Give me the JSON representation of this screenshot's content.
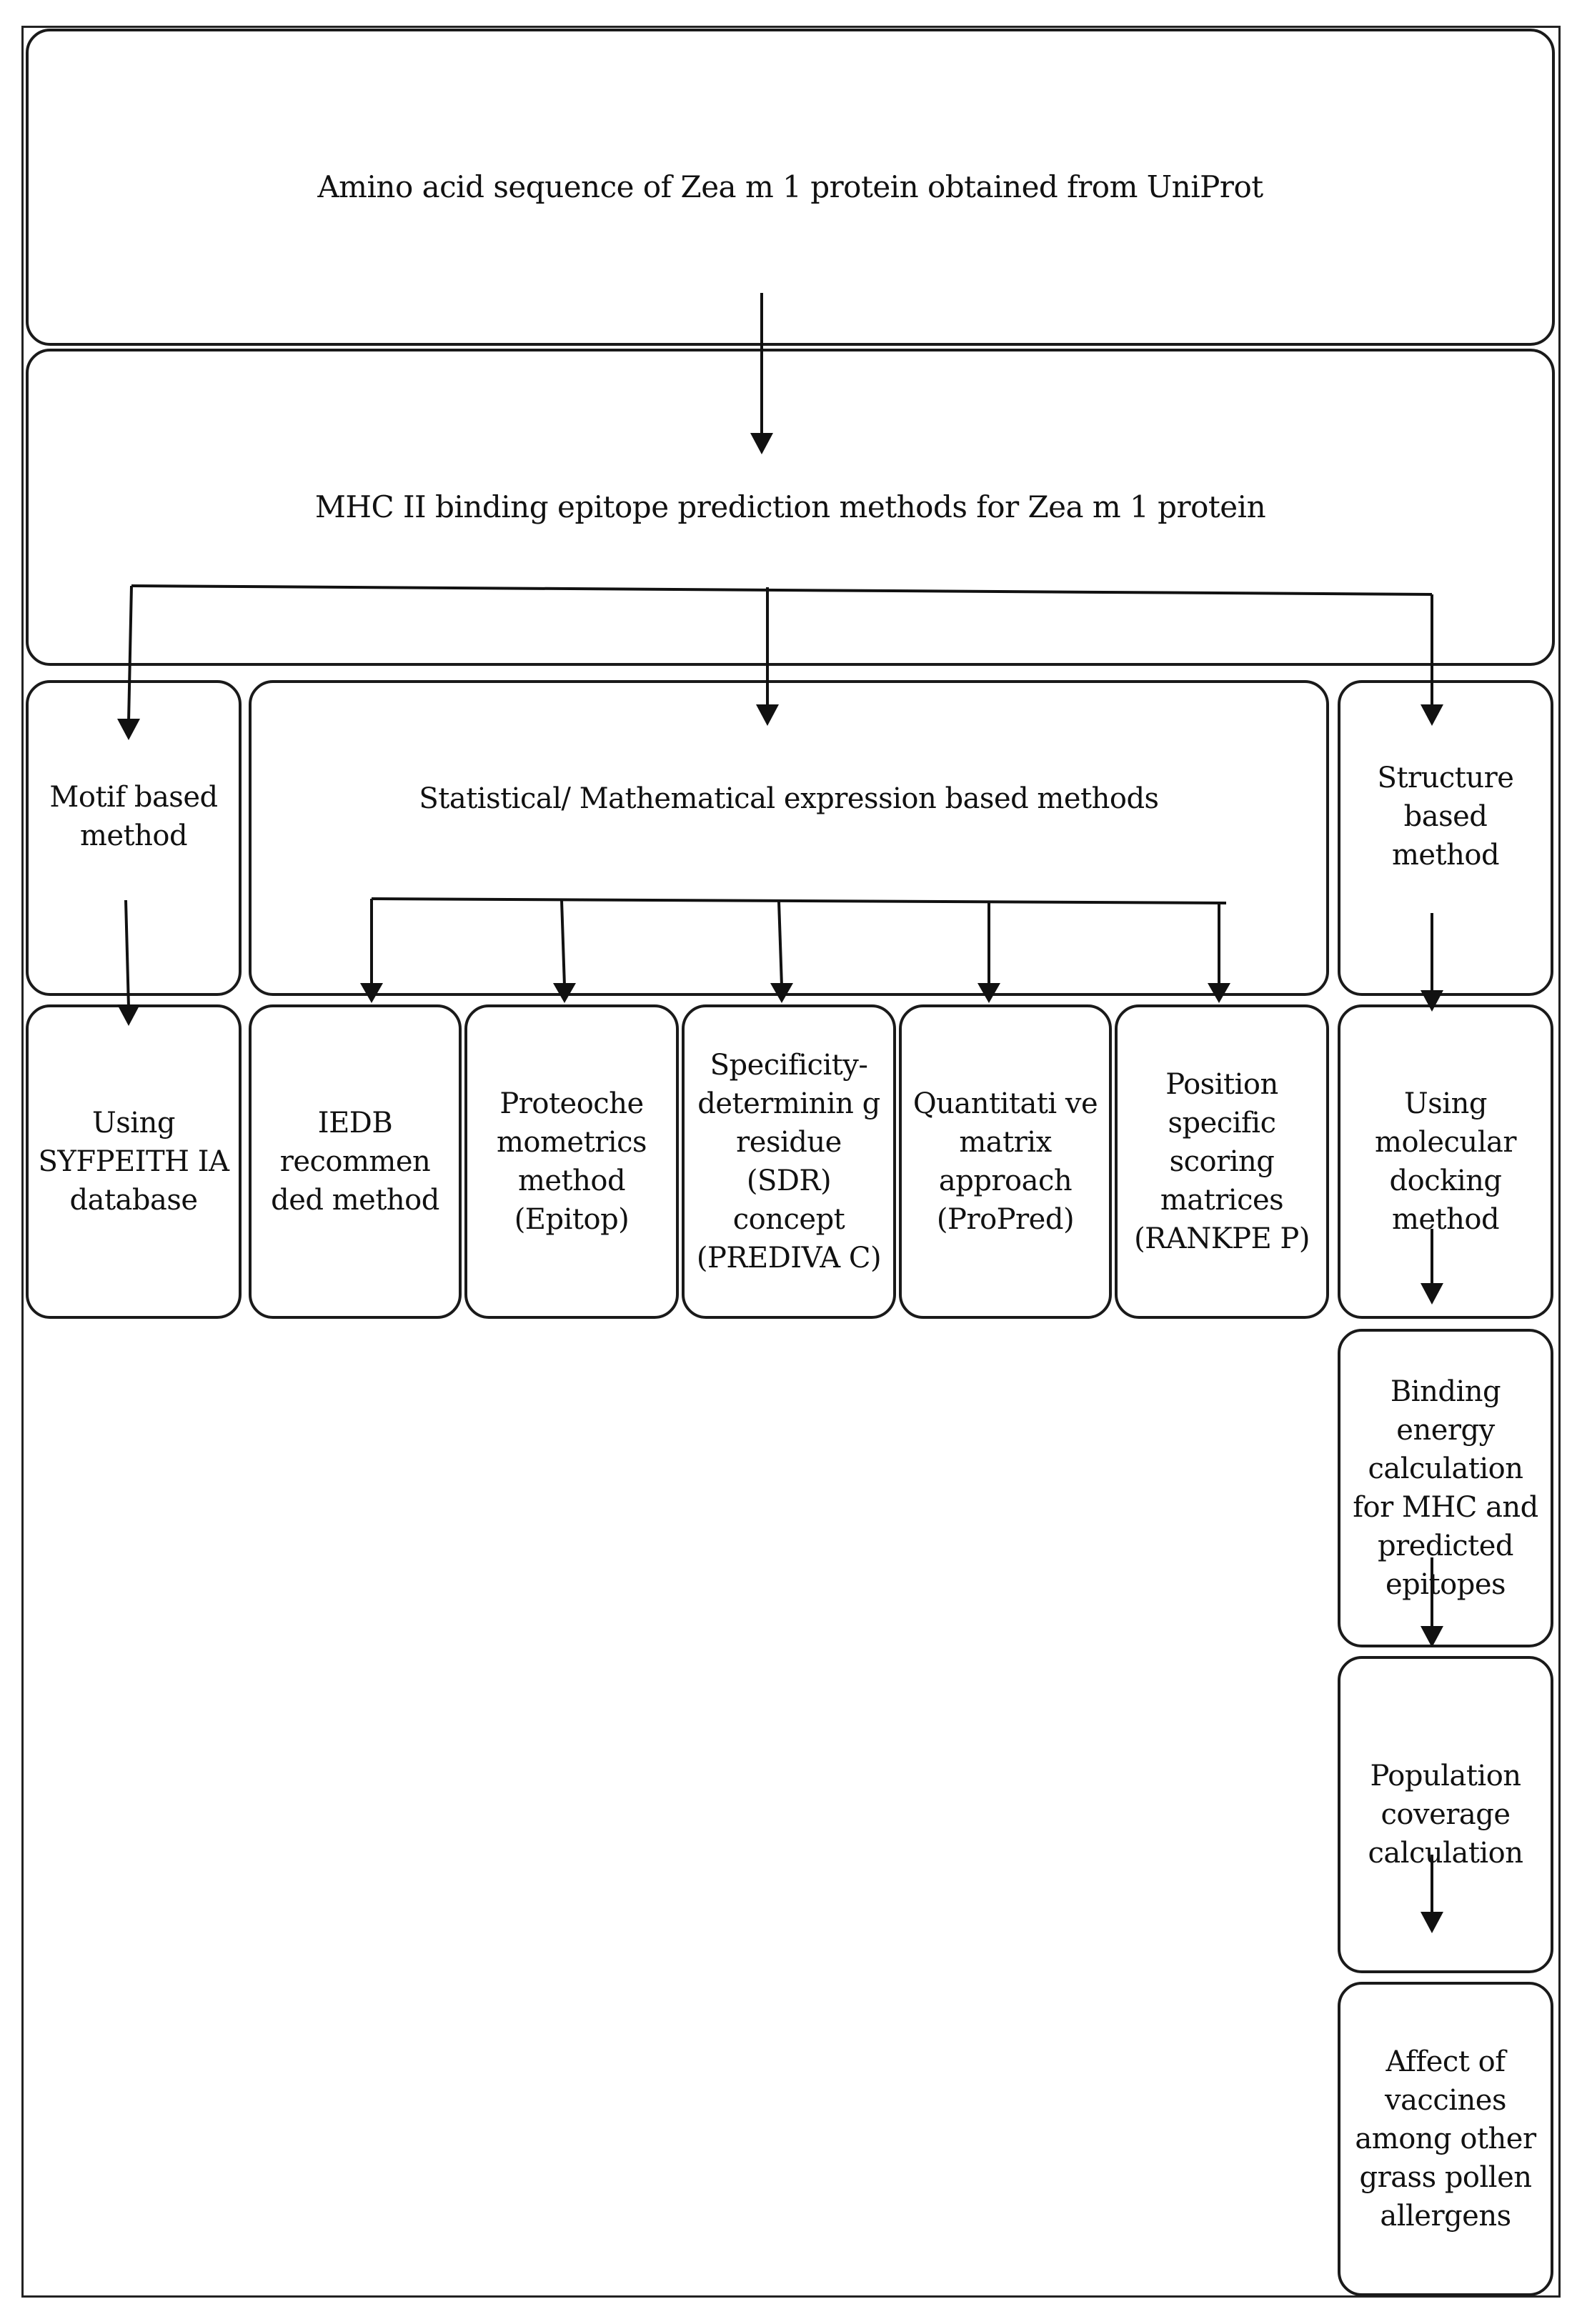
{
  "diagram": {
    "top_box": "Amino acid sequence of Zea m 1 protein obtained from  UniProt",
    "methods_box": "MHC II binding epitope prediction methods for Zea m 1 protein",
    "categories": {
      "motif": "Motif based method",
      "statistical": "Statistical/ Mathematical expression based methods",
      "structure": "Structure based method"
    },
    "tools": {
      "syfpeithia": "Using SYFPEITH IA database",
      "iedb": "IEDB recommen ded method",
      "proteochemometrics": "Proteoche mometrics method (Epitop)",
      "sdr": "Specificity-determinin g residue (SDR) concept (PREDIVA C)",
      "propred": "Quantitati ve matrix approach (ProPred)",
      "rankpep": "Position specific scoring matrices (RANKPE P)",
      "docking": "Using molecular docking method"
    },
    "structure_chain": {
      "binding_energy": "Binding energy calculation for MHC and predicted epitopes",
      "population": "Population coverage calculation",
      "vaccines": "Affect of vaccines among other grass pollen allergens"
    }
  }
}
